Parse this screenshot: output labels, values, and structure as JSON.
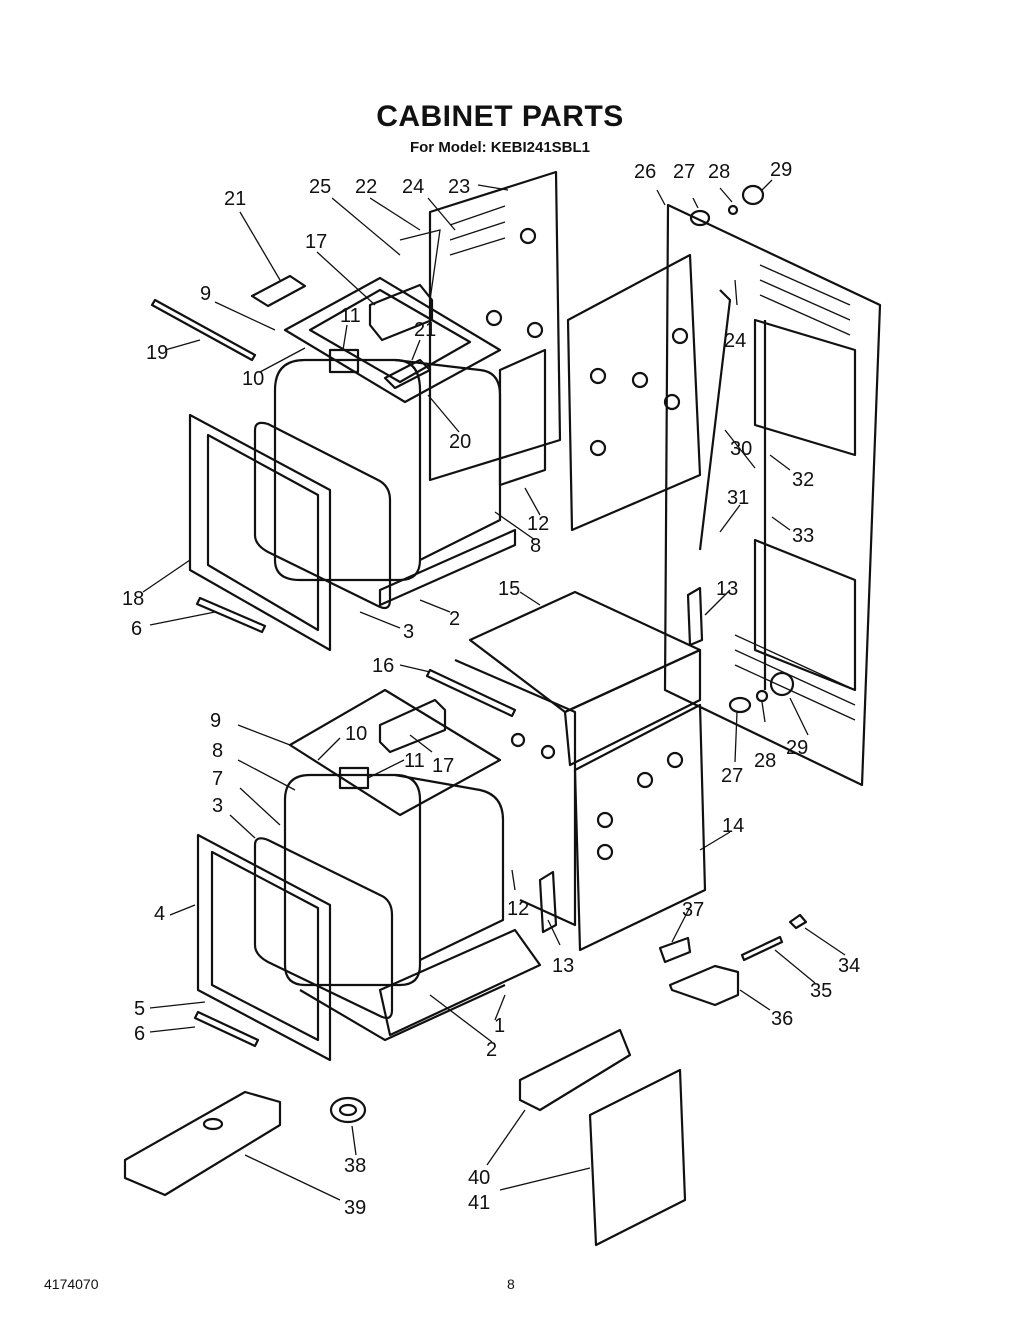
{
  "title": "CABINET PARTS",
  "subtitle": "For Model: KEBI241SBL1",
  "footer": {
    "doc_number": "4174070",
    "page_number": "8"
  },
  "callouts": [
    "21",
    "25",
    "22",
    "24",
    "23",
    "26",
    "27",
    "28",
    "29",
    "17",
    "9",
    "19",
    "11",
    "21",
    "10",
    "24",
    "20",
    "12",
    "8",
    "30",
    "32",
    "31",
    "33",
    "18",
    "6",
    "3",
    "2",
    "15",
    "13",
    "16",
    "9",
    "10",
    "17",
    "8",
    "11",
    "27",
    "28",
    "29",
    "7",
    "3",
    "14",
    "4",
    "12",
    "13",
    "37",
    "34",
    "35",
    "36",
    "5",
    "1",
    "6",
    "2",
    "40",
    "41",
    "38",
    "39"
  ]
}
